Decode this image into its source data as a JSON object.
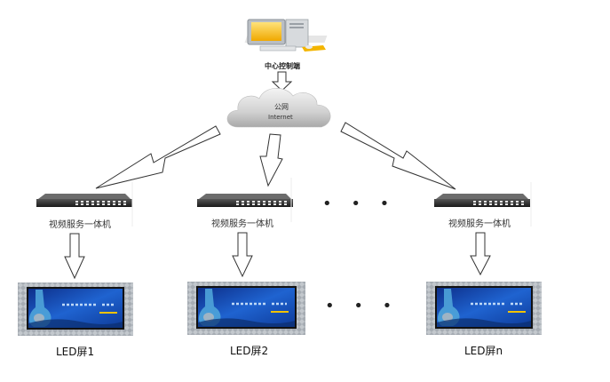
{
  "diagram": {
    "center": {
      "label": "中心控制端",
      "icon": "desktop-computer-icon"
    },
    "network": {
      "label_cn": "公网",
      "label_en": "Internet",
      "icon": "cloud-icon"
    },
    "servers": [
      {
        "label": "视频服务一体机",
        "icon": "rack-server-icon"
      },
      {
        "label": "视频服务一体机",
        "icon": "rack-server-icon"
      },
      {
        "label": "视频服务一体机",
        "icon": "rack-server-icon"
      }
    ],
    "screens": [
      {
        "label": "LED屏1",
        "icon": "led-screen-icon"
      },
      {
        "label": "LED屏2",
        "icon": "led-screen-icon"
      },
      {
        "label": "LED屏n",
        "icon": "led-screen-icon"
      }
    ],
    "ellipsis": "• • •",
    "colors": {
      "arrow_stroke": "#333333",
      "screen_blue": "#1b4fb8",
      "cloud_gray": "#c8c8c8",
      "monitor_yellow": "#f5b800"
    }
  }
}
